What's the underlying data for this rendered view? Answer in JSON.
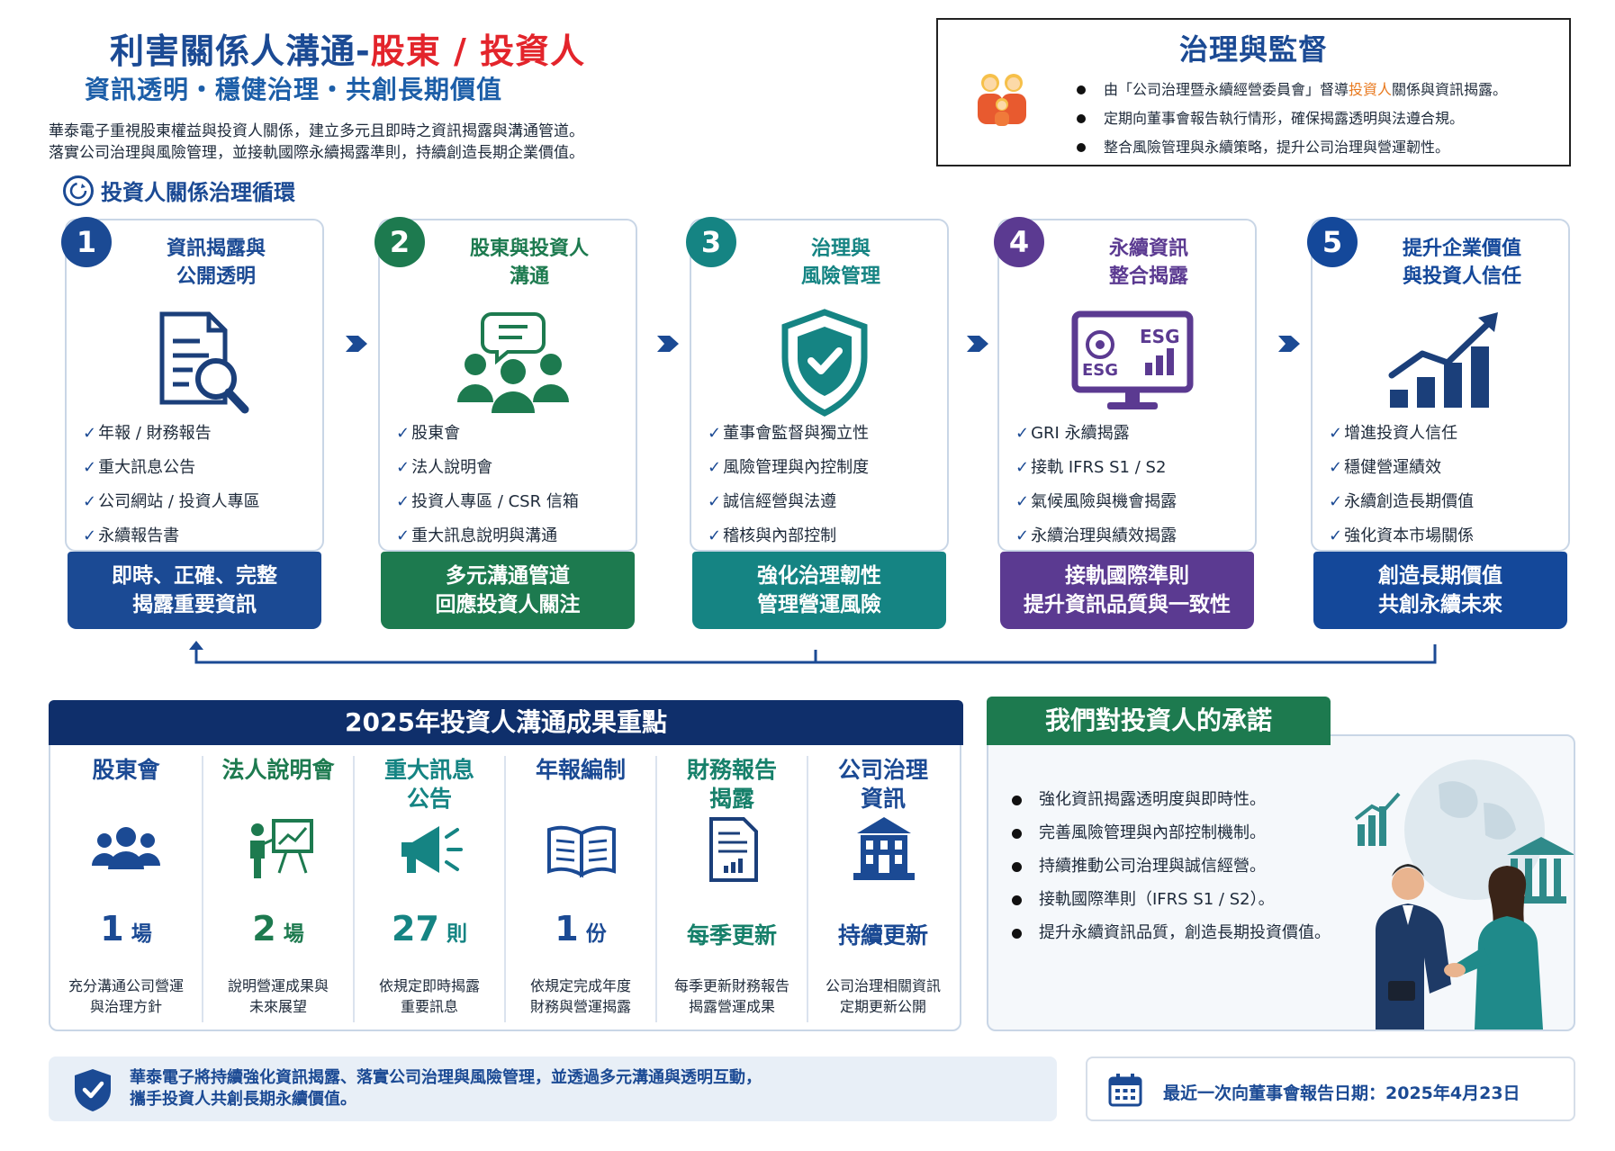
{
  "header": {
    "title_main": "利害關係人溝通-",
    "title_highlight": "股東 / 投資人",
    "subtitle": "資訊透明・穩健治理・共創長期價值",
    "intro_line1": "華泰電子重視股東權益與投資人關係，建立多元且即時之資訊揭露與溝通管道。",
    "intro_line2": "落實公司治理與風險管理，並接軌國際永續揭露準則，持續創造長期企業價值。",
    "cycle_title": "投資人關係治理循環"
  },
  "governance": {
    "title": "治理與監督",
    "item1_pre": "由「公司治理暨永續經營委員會」督導",
    "item1_highlight": "投資人",
    "item1_post": "關係與資訊揭露。",
    "item2": "定期向董事會報告執行情形，確保揭露透明與法遵合規。",
    "item3": "整合風險管理與永續策略，提升公司治理與營運韌性。"
  },
  "colors": {
    "step1": "#1b4a94",
    "step2": "#1d7a4f",
    "step3": "#158483",
    "step4": "#5b3a91",
    "step5": "#14489a",
    "results_header": "#0f2f6b",
    "promise_header": "#1d7a4f",
    "title_red": "#e3242b"
  },
  "steps": [
    {
      "number": "1",
      "title": "資訊揭露與\n公開透明",
      "icon": "document-search-icon",
      "checks": [
        "年報 / 財務報告",
        "重大訊息公告",
        "公司網站 / 投資人專區",
        "永續報告書"
      ],
      "footer": "即時、正確、完整\n揭露重要資訊"
    },
    {
      "number": "2",
      "title": "股東與投資人\n溝通",
      "icon": "people-chat-icon",
      "checks": [
        "股東會",
        "法人說明會",
        "投資人專區 / CSR 信箱",
        "重大訊息說明與溝通"
      ],
      "footer": "多元溝通管道\n回應投資人關注"
    },
    {
      "number": "3",
      "title": "治理與\n風險管理",
      "icon": "shield-check-icon",
      "checks": [
        "董事會監督與獨立性",
        "風險管理與內控制度",
        "誠信經營與法遵",
        "稽核與內部控制"
      ],
      "footer": "強化治理韌性\n管理營運風險"
    },
    {
      "number": "4",
      "title": "永續資訊\n整合揭露",
      "icon": "esg-monitor-icon",
      "esg_label": "ESG",
      "checks": [
        "GRI 永續揭露",
        "接軌 IFRS S1 / S2",
        "氣候風險與機會揭露",
        "永續治理與績效揭露"
      ],
      "footer": "接軌國際準則\n提升資訊品質與一致性"
    },
    {
      "number": "5",
      "title": "提升企業價值\n與投資人信任",
      "icon": "growth-chart-icon",
      "checks": [
        "增進投資人信任",
        "穩健營運績效",
        "永續創造長期價值",
        "強化資本市場關係"
      ],
      "footer": "創造長期價值\n共創永續未來"
    }
  ],
  "results": {
    "title": "2025年投資人溝通成果重點",
    "items": [
      {
        "title": "股東會",
        "icon": "group-icon",
        "value": "1",
        "unit": "場",
        "desc": "充分溝通公司營運\n與治理方針"
      },
      {
        "title": "法人說明會",
        "icon": "presentation-icon",
        "value": "2",
        "unit": "場",
        "desc": "說明營運成果與\n未來展望"
      },
      {
        "title": "重大訊息\n公告",
        "icon": "megaphone-icon",
        "value": "27",
        "unit": "則",
        "desc": "依規定即時揭露\n重要訊息"
      },
      {
        "title": "年報編制",
        "icon": "open-book-icon",
        "value": "1",
        "unit": "份",
        "desc": "依規定完成年度\n財務與營運揭露"
      },
      {
        "title": "財務報告\n揭露",
        "icon": "report-icon",
        "text_value": "每季更新",
        "desc": "每季更新財務報告\n揭露營運成果"
      },
      {
        "title": "公司治理\n資訊",
        "icon": "building-icon",
        "text_value": "持續更新",
        "desc": "公司治理相關資訊\n定期更新公開"
      }
    ]
  },
  "promise": {
    "title": "我們對投資人的承諾",
    "items": [
      "強化資訊揭露透明度與即時性。",
      "完善風險管理與內部控制機制。",
      "持續推動公司治理與誠信經營。",
      "接軌國際準則（IFRS S1 / S2）。",
      "提升永續資訊品質，創造長期投資價值。"
    ]
  },
  "footer": {
    "statement": "華泰電子將持續強化資訊揭露、落實公司治理與風險管理，並透過多元溝通與透明互動，\n攜手投資人共創長期永續價值。",
    "report_date": "最近一次向董事會報告日期：2025年4月23日"
  }
}
